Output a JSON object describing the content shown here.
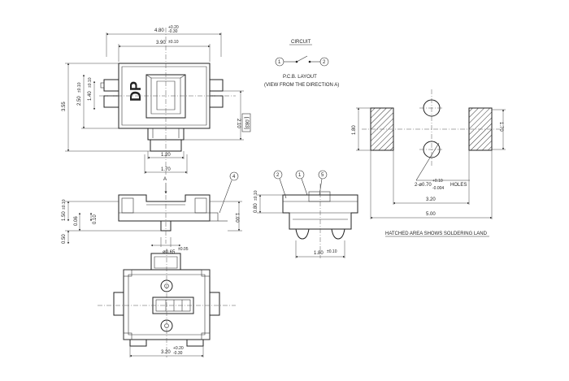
{
  "drawing": {
    "top_view": {
      "dim_width_total": "4.80",
      "dim_width_total_tol_top": "+0.20",
      "dim_width_total_tol_bottom": "-0.30",
      "dim_inner_width": "3.90",
      "dim_inner_width_tol": "±0.10",
      "dim_height_total": "3.55",
      "dim_height_body": "2.50",
      "dim_height_body_tol": "±0.10",
      "dim_height_stem": "1.40",
      "dim_height_stem_tol": "±0.10",
      "dim_right_1": "2.10",
      "dim_right_2": "[.083]",
      "dim_actuator_width": "1.20",
      "dim_bottom_width": "1.70",
      "label_dp": "DP"
    },
    "circuit": {
      "title": "CIRCUIT",
      "node1": "1",
      "node2": "2"
    },
    "pcb_layout": {
      "title": "P.C.B. LAYOUT",
      "subtitle": "(VIEW FROM THE DIRECTION A)",
      "dim_left_height": "1.80",
      "dim_right_height": "1.70",
      "dim_hole_spacing": "3.20",
      "dim_total_width": "5.00",
      "hole_note": "2-ø0.70",
      "hole_note_tol_top": "+0.10",
      "hole_note_tol_bottom": "-0.004",
      "hole_note_suffix": "HOLES",
      "footnote": "HATCHED AREA SHOWS SOLDERING LAND"
    },
    "side_view": {
      "arrow_label": "A",
      "dim_height": "1.50",
      "dim_height_tol": "±0.10",
      "dim_a": "0.06",
      "dim_b": "0.10",
      "dim_c": "0.50",
      "dim_d": "1.00",
      "dim_stem": "ø0.65",
      "dim_stem_tol": "±0.05",
      "callout": "4"
    },
    "end_view": {
      "dim_height": "0.80",
      "dim_height_tol": "±0.10",
      "dim_bottom": "1.80",
      "dim_bottom_tol": "±0.10",
      "callout_a": "2",
      "callout_b": "1",
      "callout_c": "5"
    },
    "bottom_view": {
      "dim_width": "3.20",
      "dim_width_tol_top": "+0.20",
      "dim_width_tol_bottom": "-0.30"
    }
  }
}
